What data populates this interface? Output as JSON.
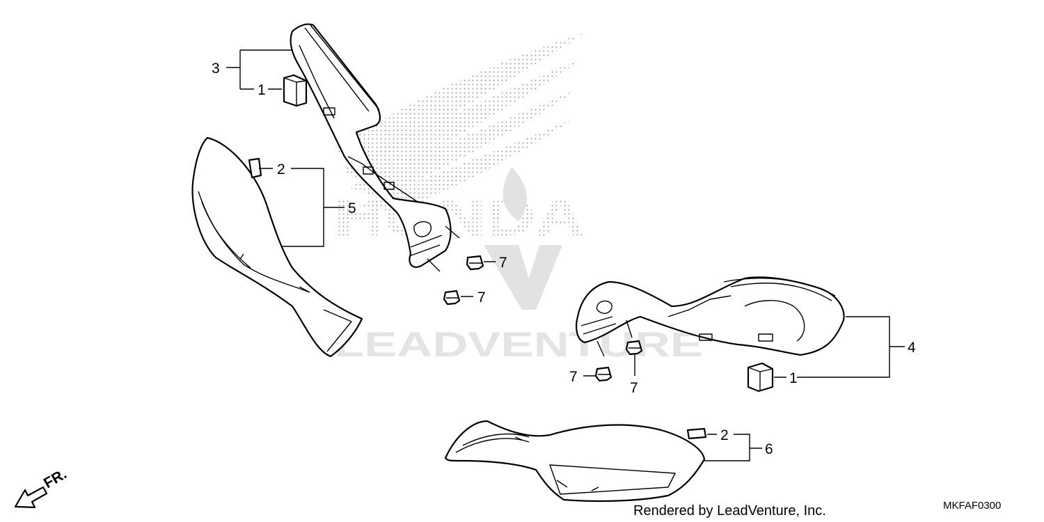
{
  "diagram": {
    "watermark": {
      "brand": "HONDA",
      "company": "LEADVENTURE"
    },
    "callouts": [
      {
        "id": "c3",
        "text": "3"
      },
      {
        "id": "c1a",
        "text": "1"
      },
      {
        "id": "c2a",
        "text": "2"
      },
      {
        "id": "c5",
        "text": "5"
      },
      {
        "id": "c7a",
        "text": "7"
      },
      {
        "id": "c7b",
        "text": "7"
      },
      {
        "id": "c4",
        "text": "4"
      },
      {
        "id": "c1b",
        "text": "1"
      },
      {
        "id": "c7c",
        "text": "7"
      },
      {
        "id": "c7d",
        "text": "7"
      },
      {
        "id": "c2b",
        "text": "2"
      },
      {
        "id": "c6",
        "text": "6"
      }
    ],
    "direction_label": "FR.",
    "credit": "Rendered by LeadVenture, Inc.",
    "diagram_code": "MKFAF0300"
  }
}
